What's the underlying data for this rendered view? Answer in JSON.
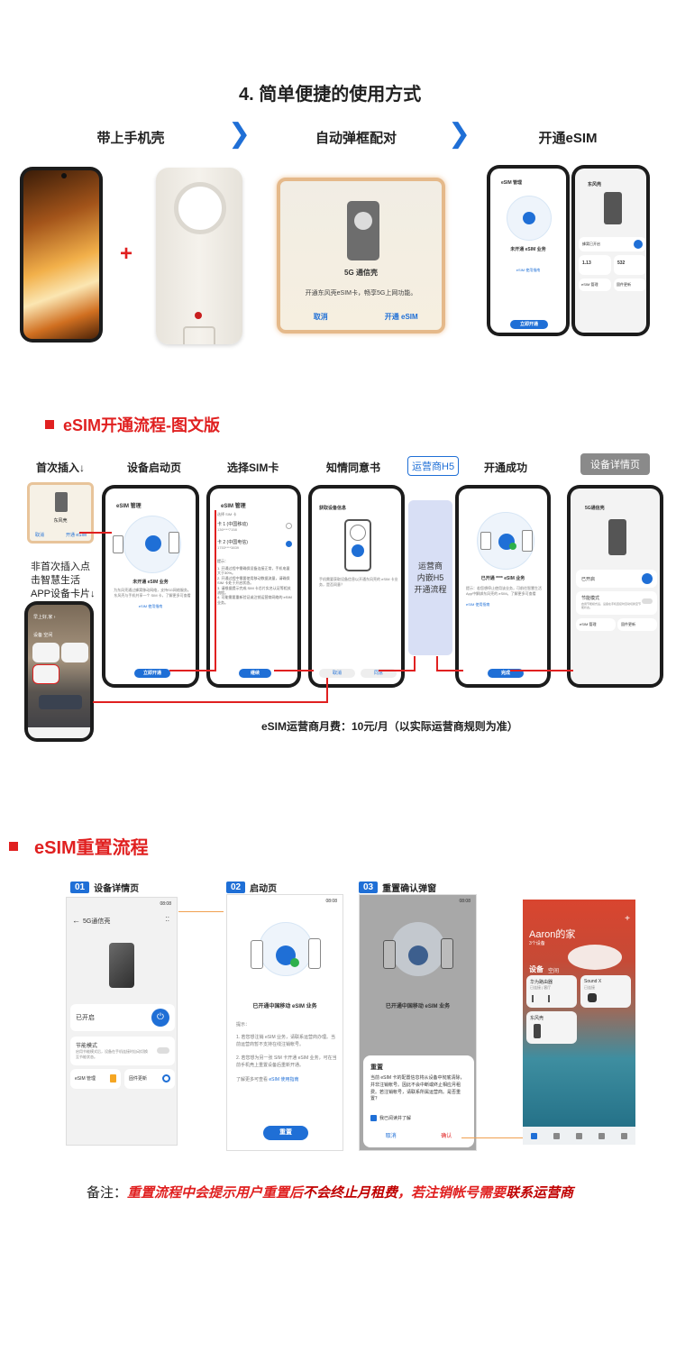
{
  "section1": {
    "title": "4. 简单便捷的使用方式",
    "steps": [
      "带上手机壳",
      "自动弹框配对",
      "开通eSIM"
    ],
    "plus": "+",
    "chevron": "❯",
    "popup": {
      "title": "5G 通信壳",
      "desc": "开通东风壳eSIM卡，畅享5G上网功能。",
      "cancel": "取消",
      "confirm": "开通 eSIM"
    },
    "mini": {
      "a_title": "eSIM 管理",
      "a_sub": "未开通 eSIM 业务",
      "a_link": "eSIM 使用指南",
      "a_btn": "立即开通",
      "b_title": "东风壳",
      "b_status": "蜂窝已开启",
      "b_v1": "1.13",
      "b_v2": "532",
      "b_btn1": "eSIM 管理",
      "b_btn2": "固件更新"
    }
  },
  "section2": {
    "heading": "eSIM开通流程-图文版",
    "labels": [
      "首次插入↓",
      "设备启动页",
      "选择SIM卡",
      "知情同意书",
      "运营商H5",
      "开通成功",
      "设备详情页"
    ],
    "side_note": [
      "非首次插入点",
      "击智慧生活",
      "APP设备卡片↓"
    ],
    "carrier_box": [
      "运营商",
      "内嵌H5",
      "开通流程"
    ],
    "fee": "eSIM运营商月费：10元/月（以实际运营商规则为准）",
    "insert_card": {
      "name": "东风壳",
      "cancel": "取消",
      "ok": "开通 eSIM"
    },
    "home_mini": {
      "greeting": "早上好,家 ›",
      "tabs": "设备  空间"
    },
    "s_start": {
      "title": "eSIM 管理",
      "sub": "未开通 eSIM 业务",
      "desc": "为东风壳通过蜂窝移动网络，支持SG网络服务。东风壳与手机共享一个 SIM 卡，了解更多可查看",
      "link": "eSIM 使用指南",
      "btn": "立即开通"
    },
    "s_select": {
      "title": "eSIM 管理",
      "hint": "选择 SIM 卡",
      "sim1": "卡 1 (中国移动)",
      "sim1_num": "136****7158",
      "sim2": "卡 2 (中国电信)",
      "sim2_num": "1753****3839",
      "tips_title": "提示：",
      "tips": [
        "1. 开通过程中需确保设备连接正常，手机电量大于30%。",
        "2. 开通过程中需要使用移动数据流量，请确保 SIM 卡处于开启状态。",
        "3. 请根据提示完成 SIM 卡芯片实名认证等相关流程。",
        "4. 可能需要重新验证或注销运营商网络的 eSIM 业务。"
      ],
      "btn": "继续"
    },
    "s_consent": {
      "title": "获取设备信息",
      "desc": "手机需要获取设备信息以开通东风壳的 eSIM 卡业务，是否同意？",
      "cancel": "取消",
      "agree": "同意"
    },
    "s_success": {
      "sub": "已开通 **** eSIM 业务",
      "desc": "提示：若您想停止使用该业务，可前往智慧生活App中解绑东风壳的 eSIM。了解更多可查看",
      "link": "eSIM 使用指南",
      "btn": "完成"
    },
    "s_detail": {
      "title": "5G通信壳",
      "status": "已开启",
      "power_mode": "节能模式",
      "power_desc": "启用节能模式后，设备在手机连接时自动切换至节能状态。",
      "btn1": "eSIM 管理",
      "btn2": "固件更新"
    }
  },
  "section3": {
    "heading": "eSIM重置流程",
    "steps": [
      {
        "num": "01",
        "name": "设备详情页"
      },
      {
        "num": "02",
        "name": "启动页"
      },
      {
        "num": "03",
        "name": "重置确认弹窗"
      }
    ],
    "detail": {
      "time": "08:08",
      "title": "5G通信壳",
      "status": "已开启",
      "power_mode": "节能模式",
      "power_desc": "启用节能模式后，设备在手机连接时自动切换至节能状态。",
      "btn1": "eSIM 管理",
      "btn2": "固件更新"
    },
    "start": {
      "time": "08:08",
      "sub": "已开通中国移动 eSIM 业务",
      "tips_title": "提示：",
      "tip1": "1. 若您想注销 eSIM 业务，请联系运营商办理。当前运营商暂不支持在线注销帐号。",
      "tip2": "2. 若您想为另一张 SIM 卡开通 eSIM 业务，可在当前手机壳上重置设备后重新开通。",
      "more": "了解更多可查看",
      "link": "eSIM 使用指南",
      "btn": "重置"
    },
    "dialog": {
      "time": "08:08",
      "sub": "已开通中国移动 eSIM 业务",
      "title": "重置",
      "body": "当前 eSIM 卡的配置信息将从设备中彻底清除，并非注销帐号。因此不会中断或终止相应月租费。若注销帐号，请联系所属运营商。是否重置？",
      "check": "我已阅读并了解",
      "cancel": "取消",
      "confirm": "确认"
    },
    "home": {
      "name": "Aaron的家",
      "sub": "3个设备",
      "tab1": "设备",
      "tab2": "空间",
      "dev1": "华为路由器",
      "dev1_sub": "已连接 | 客厅",
      "dev2": "Sound X",
      "dev2_sub": "已连接",
      "dev3": "东风壳"
    },
    "note_prefix": "备注：",
    "note_part1": "重置流程中会提示用户重置后",
    "note_bold": "不会终止月租费",
    "note_part2": "，若注销帐号需要",
    "note_bold2": "联系运营商"
  }
}
